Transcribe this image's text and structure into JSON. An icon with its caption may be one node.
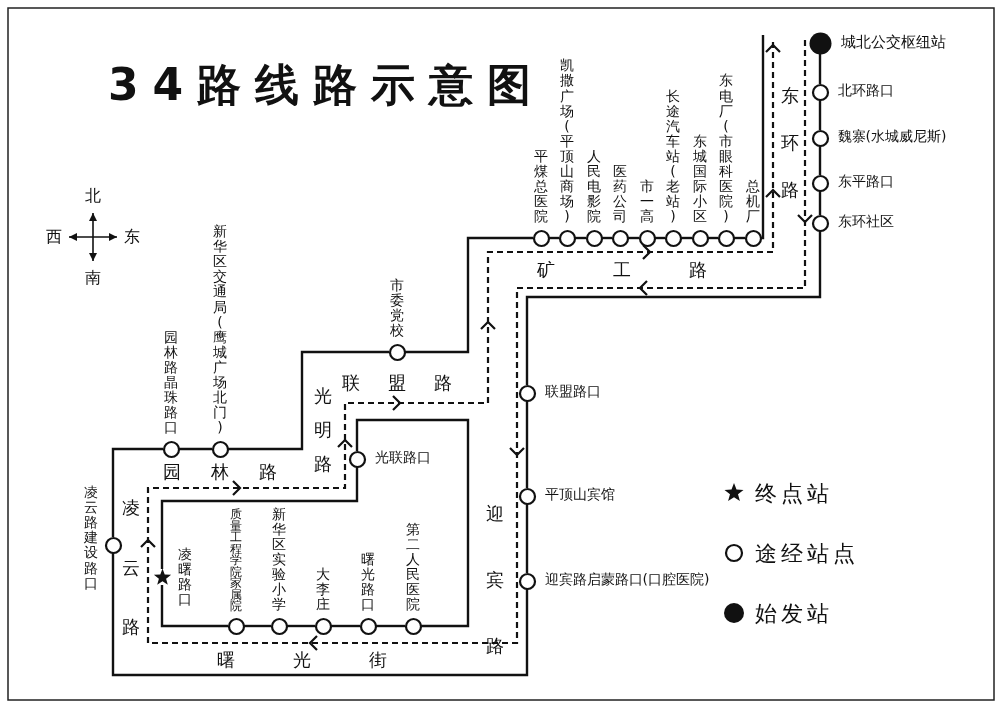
{
  "diagram": {
    "title": "34路线路示意图",
    "nodes": [
      {
        "text": [],
        "shape": "circle",
        "beside": [
          "城北公交枢纽站"
        ]
      },
      {
        "text": [],
        "shape": "circle",
        "beside": [
          "北环路口"
        ]
      },
      {
        "text": [],
        "shape": "circle",
        "beside": [
          "魏寨(水城威尼斯)"
        ]
      },
      {
        "text": [],
        "shape": "circle",
        "beside": [
          "东平路口"
        ]
      },
      {
        "text": [],
        "shape": "circle",
        "beside": [
          "东环社区"
        ]
      },
      {
        "text": [],
        "shape": "circle",
        "beside": [
          "联盟路口"
        ]
      },
      {
        "text": [],
        "shape": "circle",
        "beside": [
          "平顶山宾馆"
        ]
      },
      {
        "text": [],
        "shape": "circle",
        "beside": [
          "迎宾路启蒙路口(口腔医院)"
        ]
      },
      {
        "text": [],
        "shape": "circle",
        "beside": [
          "凌云路建设路口"
        ]
      },
      {
        "text": [],
        "shape": "circle",
        "beside": [
          "园林路晶珠路口"
        ]
      },
      {
        "text": [],
        "shape": "circle",
        "beside": [
          "新华区交通局(鹰城广场北门)"
        ]
      },
      {
        "text": [],
        "shape": "circle",
        "beside": [
          "市委党校"
        ]
      },
      {
        "text": [],
        "shape": "circle",
        "beside": [
          "平煤总医院"
        ]
      },
      {
        "text": [],
        "shape": "circle",
        "beside": [
          "凯撒广场(平顶山商场)"
        ]
      },
      {
        "text": [],
        "shape": "circle",
        "beside": [
          "人民电影院"
        ]
      },
      {
        "text": [],
        "shape": "circle",
        "beside": [
          "医药公司"
        ]
      },
      {
        "text": [],
        "shape": "circle",
        "beside": [
          "市一高"
        ]
      },
      {
        "text": [],
        "shape": "circle",
        "beside": [
          "长途汽车站(老站)"
        ]
      },
      {
        "text": [],
        "shape": "circle",
        "beside": [
          "东城国际小区"
        ]
      },
      {
        "text": [],
        "shape": "circle",
        "beside": [
          "东电厂(市眼科医院)"
        ]
      },
      {
        "text": [],
        "shape": "circle",
        "beside": [
          "总机厂"
        ]
      },
      {
        "text": [],
        "shape": "circle",
        "beside": [
          "光联路口"
        ]
      },
      {
        "text": [],
        "shape": "circle",
        "beside": [
          "第二人民医院"
        ]
      },
      {
        "text": [],
        "shape": "circle",
        "beside": [
          "曙光路口"
        ]
      },
      {
        "text": [],
        "shape": "circle",
        "beside": [
          "大李庄"
        ]
      },
      {
        "text": [],
        "shape": "circle",
        "beside": [
          "新华区实验小学"
        ]
      },
      {
        "text": [],
        "shape": "circle",
        "beside": [
          "质量工程学院家属院"
        ]
      },
      {
        "text": [],
        "shape": "star",
        "beside": [
          "凌曙路口"
        ]
      }
    ],
    "edges": [
      {
        "from": 0,
        "to": 1,
        "arrow": "none"
      },
      {
        "from": 1,
        "to": 2,
        "arrow": "none"
      },
      {
        "from": 2,
        "to": 3,
        "arrow": "none"
      },
      {
        "from": 3,
        "to": 4,
        "arrow": "none"
      },
      {
        "from": 4,
        "to": 5,
        "arrow": "none"
      },
      {
        "from": 5,
        "to": 6,
        "arrow": "none"
      },
      {
        "from": 6,
        "to": 7,
        "arrow": "none"
      },
      {
        "from": 7,
        "to": 8,
        "arrow": "none"
      },
      {
        "from": 8,
        "to": 9,
        "arrow": "none"
      },
      {
        "from": 9,
        "to": 10,
        "arrow": "none"
      },
      {
        "from": 10,
        "to": 11,
        "arrow": "none"
      },
      {
        "from": 11,
        "to": 12,
        "arrow": "none"
      },
      {
        "from": 12,
        "to": 13,
        "arrow": "none"
      },
      {
        "from": 13,
        "to": 14,
        "arrow": "none"
      },
      {
        "from": 14,
        "to": 15,
        "arrow": "none"
      },
      {
        "from": 15,
        "to": 16,
        "arrow": "none"
      },
      {
        "from": 16,
        "to": 17,
        "arrow": "none"
      },
      {
        "from": 17,
        "to": 18,
        "arrow": "none"
      },
      {
        "from": 18,
        "to": 19,
        "arrow": "none"
      },
      {
        "from": 19,
        "to": 20,
        "arrow": "none"
      },
      {
        "from": 20,
        "to": null,
        "arrow": "none"
      },
      {
        "from": 21,
        "to": 22,
        "arrow": "none"
      },
      {
        "from": 22,
        "to": 23,
        "arrow": "none"
      },
      {
        "from": 23,
        "to": 24,
        "arrow": "none"
      },
      {
        "from": 24,
        "to": 25,
        "arrow": "none"
      },
      {
        "from": 25,
        "to": 26,
        "arrow": "none"
      },
      {
        "from": 26,
        "to": 27,
        "arrow": "none"
      },
      {
        "from": 27,
        "to": 21,
        "arrow": "none"
      }
    ],
    "labels": [
      "北",
      "西",
      "东",
      "南",
      "东环路",
      "矿工路",
      "联盟路",
      "光明路",
      "园林路",
      "凌云路",
      "迎宾路",
      "曙光街"
    ],
    "legend": [
      {
        "text": "终点站"
      },
      {
        "text": "途经站点"
      },
      {
        "text": "始发站"
      }
    ]
  }
}
